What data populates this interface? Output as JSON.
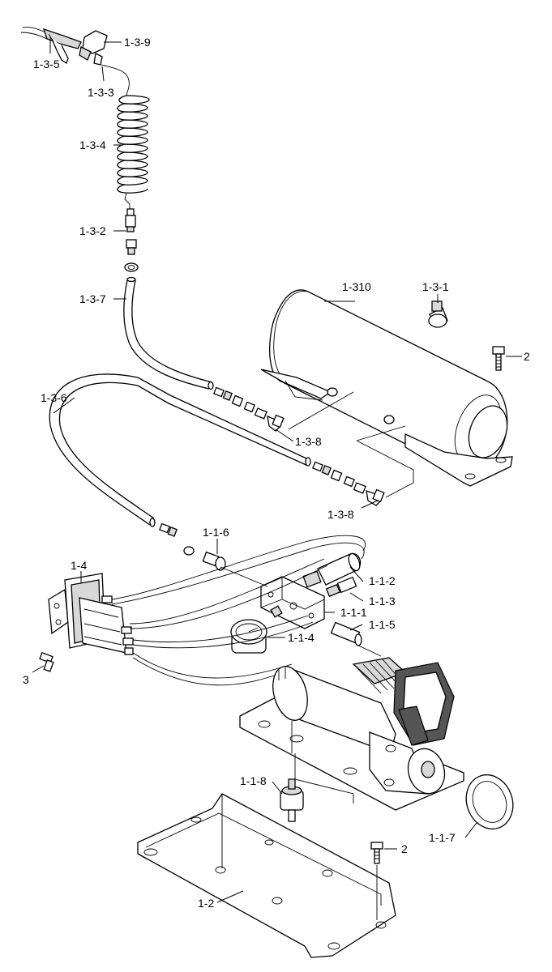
{
  "labels": {
    "p_1_3_5": "1-3-5",
    "p_1_3_9": "1-3-9",
    "p_1_3_3": "1-3-3",
    "p_1_3_4": "1-3-4",
    "p_1_3_2": "1-3-2",
    "p_1_3_7": "1-3-7",
    "p_1_310": "1-310",
    "p_1_3_1": "1-3-1",
    "p_2_tank": "2",
    "p_1_3_6": "1-3-6",
    "p_1_3_8_a": "1-3-8",
    "p_1_3_8_b": "1-3-8",
    "p_1_1_6": "1-1-6",
    "p_1_4": "1-4",
    "p_1_1_2": "1-1-2",
    "p_1_1_3": "1-1-3",
    "p_1_1_1": "1-1-1",
    "p_1_1_5": "1-1-5",
    "p_1_1_4": "1-1-4",
    "p_3": "3",
    "p_1_1_8": "1-1-8",
    "p_1_1_7": "1-1-7",
    "p_2_base": "2",
    "p_1_2": "1-2"
  }
}
